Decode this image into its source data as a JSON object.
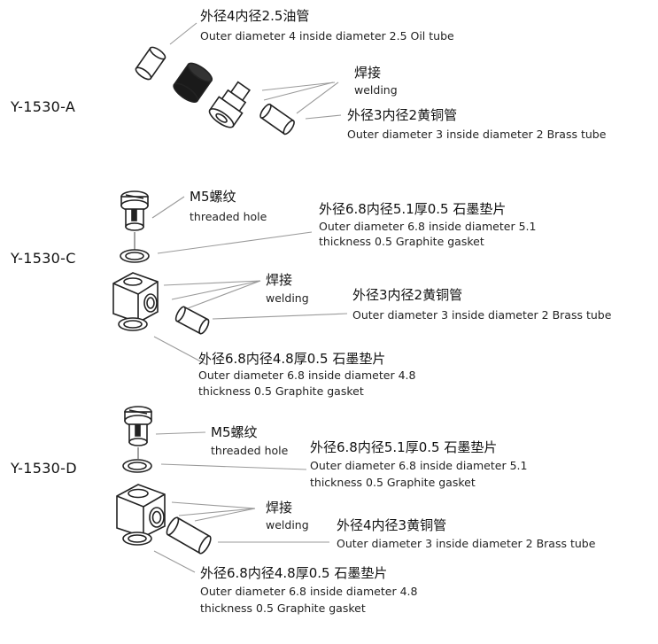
{
  "sections": [
    {
      "model": "Y-1530-A",
      "callouts": [
        {
          "cn": "外径4内径2.5油管",
          "en": "Outer diameter 4 inside diameter 2.5 Oil tube"
        },
        {
          "cn": "焊接",
          "en": "welding"
        },
        {
          "cn": "外径3内径2黄铜管",
          "en": "Outer diameter 3 inside diameter 2 Brass tube"
        }
      ]
    },
    {
      "model": "Y-1530-C",
      "callouts": [
        {
          "cn": "M5螺纹",
          "en": "threaded hole"
        },
        {
          "cn": "外径6.8内径5.1厚0.5 石墨垫片",
          "en1": "Outer diameter 6.8 inside diameter 5.1",
          "en2": "thickness 0.5 Graphite gasket"
        },
        {
          "cn": "焊接",
          "en": "welding"
        },
        {
          "cn": "外径3内径2黄铜管",
          "en": "Outer diameter 3 inside diameter 2 Brass tube"
        },
        {
          "cn": "外径6.8内径4.8厚0.5 石墨垫片",
          "en1": "Outer diameter 6.8 inside diameter 4.8",
          "en2": "thickness 0.5 Graphite gasket"
        }
      ]
    },
    {
      "model": "Y-1530-D",
      "callouts": [
        {
          "cn": "M5螺纹",
          "en": "threaded hole"
        },
        {
          "cn": "外径6.8内径5.1厚0.5 石墨垫片",
          "en1": "Outer diameter 6.8 inside diameter 5.1",
          "en2": "thickness 0.5 Graphite gasket"
        },
        {
          "cn": "焊接",
          "en": "welding"
        },
        {
          "cn": "外径4内径3黄铜管",
          "en": "Outer diameter 3 inside diameter 2 Brass tube"
        },
        {
          "cn": "外径6.8内径4.8厚0.5 石墨垫片",
          "en1": "Outer diameter 6.8 inside diameter 4.8",
          "en2": "thickness 0.5 Graphite gasket"
        }
      ]
    }
  ],
  "colors": {
    "line": "#222222",
    "leader": "#9a9a9a",
    "knurl": "#1a1a1a"
  }
}
